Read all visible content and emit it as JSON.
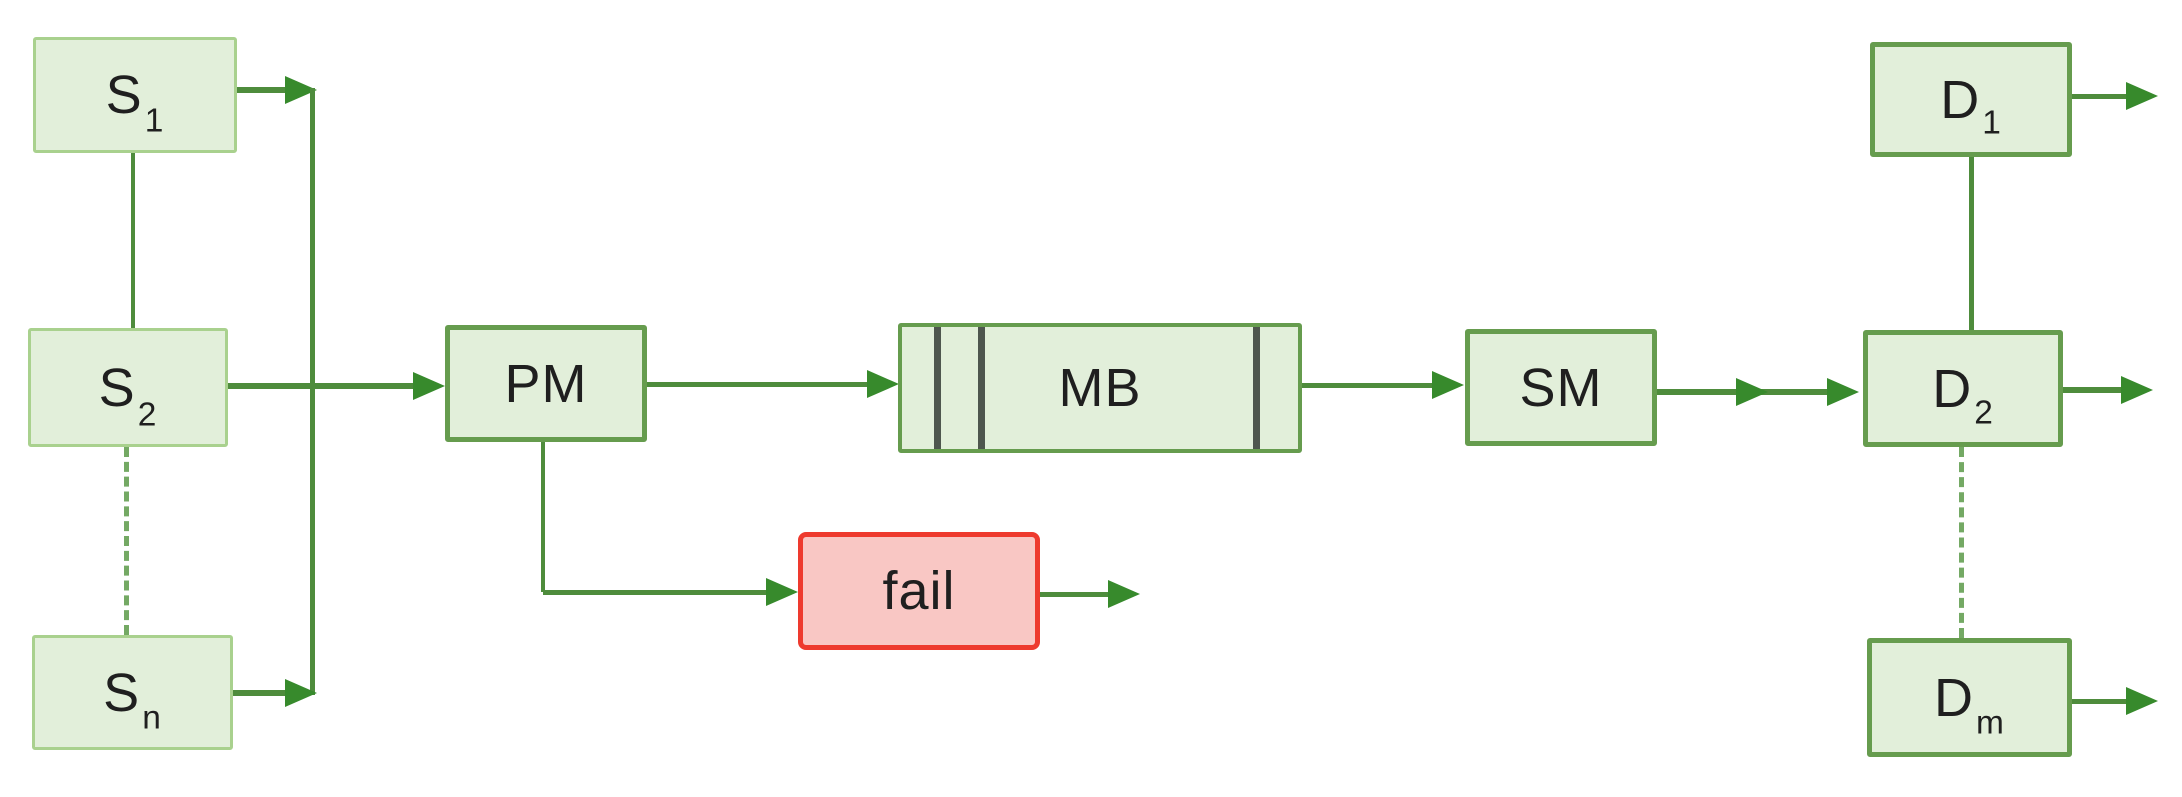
{
  "diagram": {
    "type": "message-flow-diagram",
    "background": "#ffffff",
    "colors": {
      "node_fill": "#e2efda",
      "source_node_border": "#a9d18e",
      "process_node_border": "#669c4e",
      "fail_fill": "#f9c7c4",
      "fail_border": "#ee3a2e",
      "connector_line": "#4e8c3c",
      "arrowhead": "#378a2c",
      "queue_bar": "#4e564e"
    },
    "nodes": {
      "s1": {
        "base": "S",
        "sub": "1"
      },
      "s2": {
        "base": "S",
        "sub": "2"
      },
      "sn": {
        "base": "S",
        "sub": "n"
      },
      "pm": {
        "label": "PM"
      },
      "mb": {
        "label": "MB"
      },
      "sm": {
        "label": "SM"
      },
      "fail": {
        "label": "fail"
      },
      "d1": {
        "base": "D",
        "sub": "1"
      },
      "d2": {
        "base": "D",
        "sub": "2"
      },
      "dm": {
        "base": "D",
        "sub": "m"
      }
    },
    "edges": [
      "S1 -> collector line",
      "S2 -> PM",
      "Sn -> collector line",
      "PM -> MB",
      "PM -> fail",
      "fail -> out",
      "MB -> SM",
      "SM -> D2",
      "D1 -> out",
      "D2 -> out",
      "Dm -> out",
      "S1 - S2 (solid link)",
      "S2 - Sn (dashed link)",
      "D1 - D2 (solid link)",
      "D2 - Dm (dashed link)"
    ]
  }
}
